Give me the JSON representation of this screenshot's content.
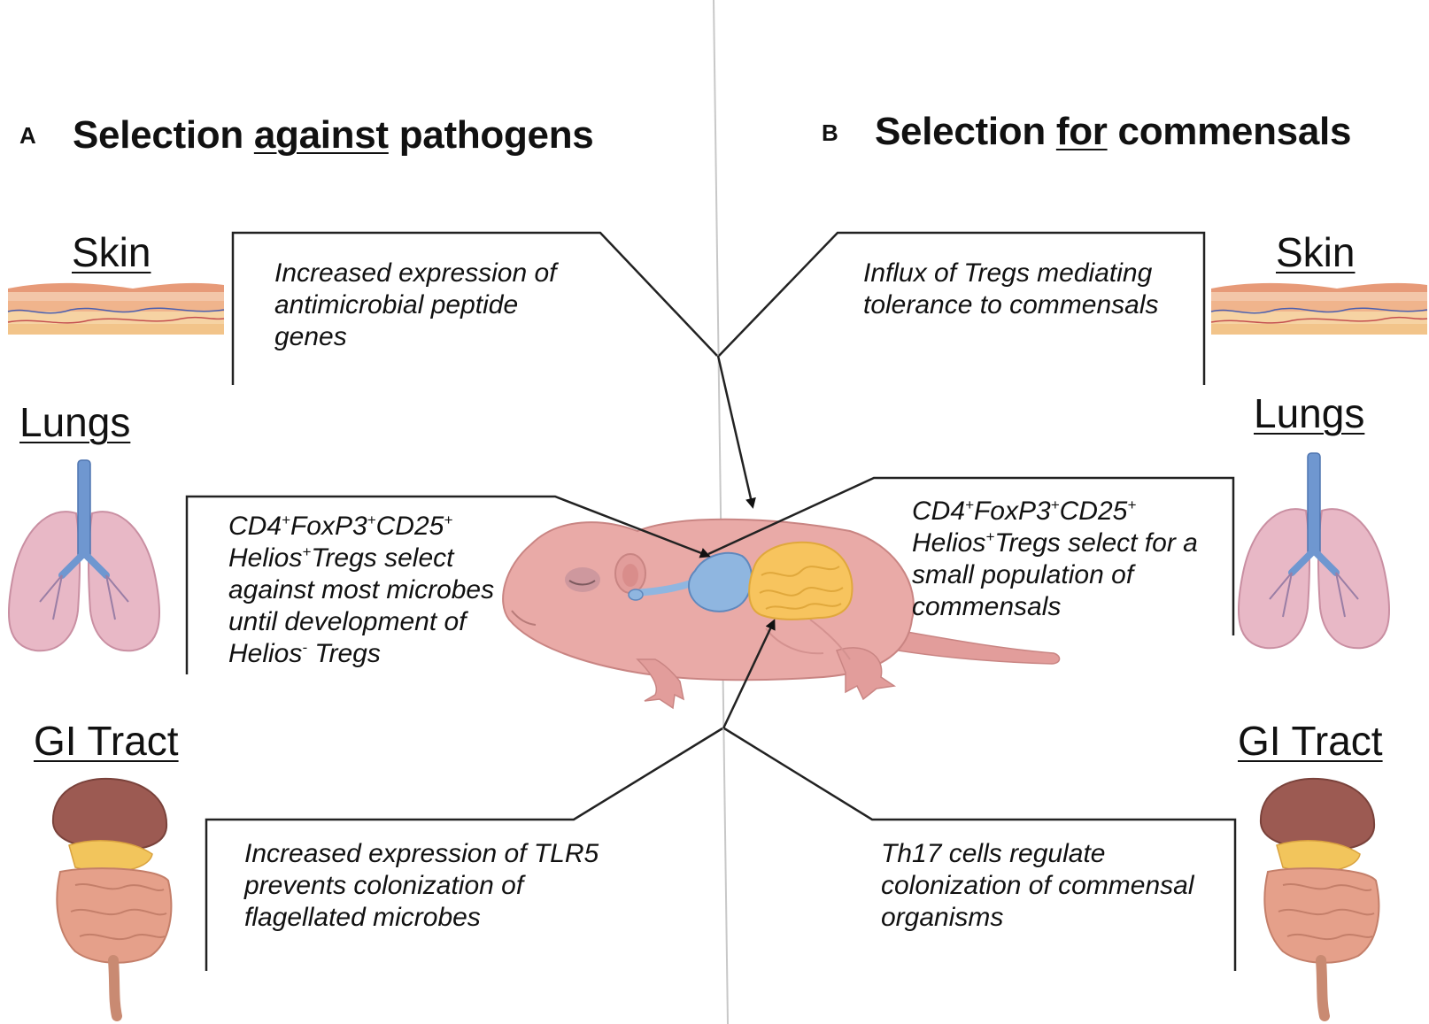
{
  "panel_a": {
    "letter": "A",
    "heading_pre": "Selection ",
    "heading_emph": "against",
    "heading_post": " pathogens",
    "organs": {
      "skin": "Skin",
      "lungs": "Lungs",
      "gi": "GI Tract"
    },
    "notes": {
      "skin": "Increased expression of antimicrobial peptide genes",
      "lungs": {
        "t1": "CD4",
        "s1": "+",
        "t2": "FoxP3",
        "s2": "+",
        "t3": "CD25",
        "s3": "+",
        "t4": "Helios",
        "s4": "+",
        "t5": "Tregs select against most microbes until development of Helios",
        "s5": "-",
        "t6": " Tregs"
      },
      "gi": "Increased expression of TLR5 prevents colonization of flagellated microbes"
    }
  },
  "panel_b": {
    "letter": "B",
    "heading_pre": "Selection ",
    "heading_emph": "for",
    "heading_post": " commensals",
    "organs": {
      "skin": "Skin",
      "lungs": "Lungs",
      "gi": "GI Tract"
    },
    "notes": {
      "skin": "Influx of Tregs mediating tolerance to commensals",
      "lungs": {
        "t1": "CD4",
        "s1": "+",
        "t2": "FoxP3",
        "s2": "+",
        "t3": "CD25",
        "s3": "+",
        "t4": "Helios",
        "s4": "+",
        "t5": "Tregs select for a small population of commensals"
      },
      "gi": "Th17 cells regulate colonization of commensal organisms"
    }
  },
  "colors": {
    "mouse": "#e9aaa7",
    "stomach": "#8fb6e0",
    "intestine": "#f7c45e",
    "lung": "#e8b8c6",
    "trachea": "#6f97d0",
    "divider": "#c8c8c8"
  }
}
